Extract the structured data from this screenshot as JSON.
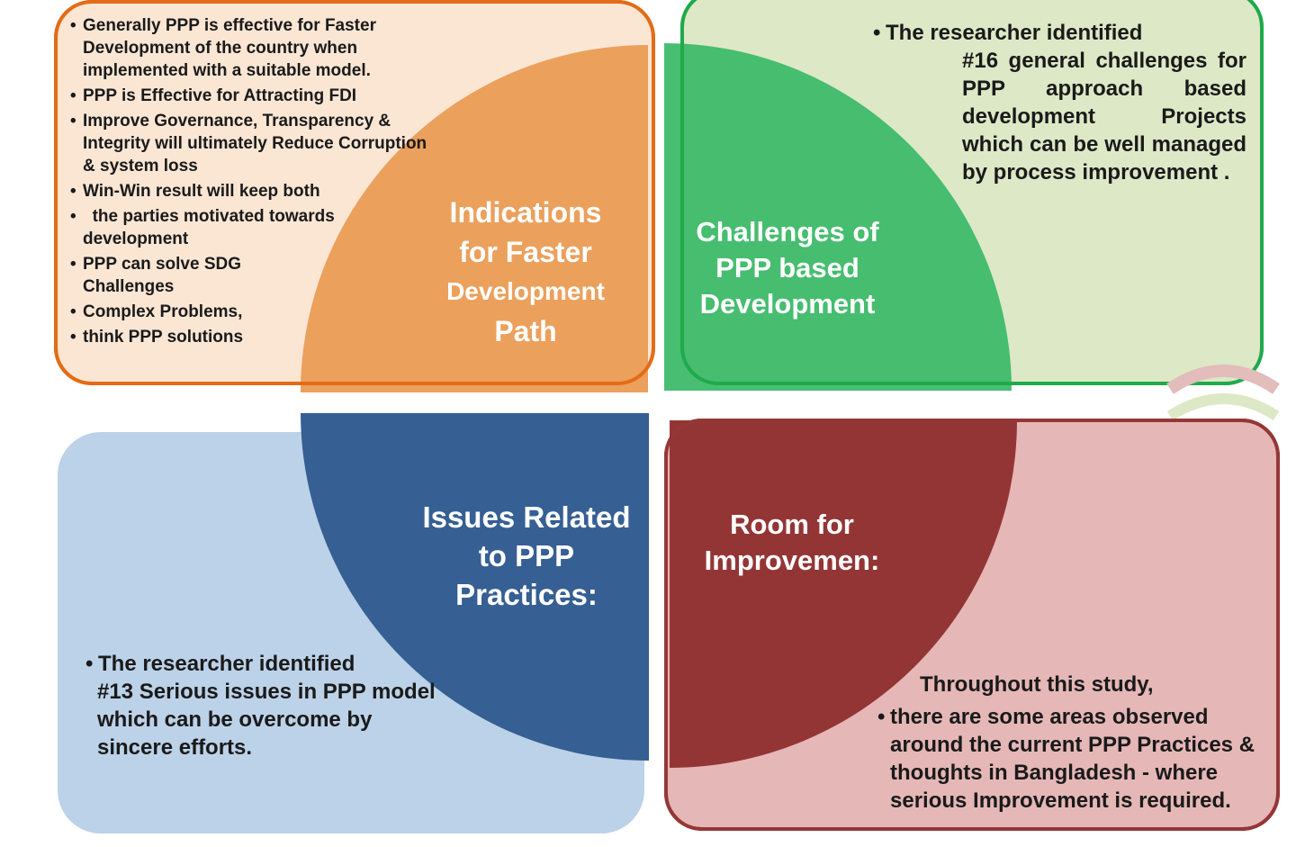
{
  "quadrants": {
    "top_left": {
      "title": [
        "Indications",
        "for Faster",
        "Development",
        "Path"
      ],
      "bullets": [
        "Generally PPP is effective for Faster Development of the country when implemented with a suitable model.",
        "PPP is Effective for Attracting FDI",
        "Improve Governance, Transparency & Integrity will ultimately Reduce Corruption  & system loss",
        "Win-Win result  will keep both",
        "  the parties motivated towards development",
        "PPP can solve SDG Challenges",
        "Complex Problems,",
        "think PPP solutions"
      ],
      "colors": {
        "fill": "#EBA05C",
        "panel": "#FBE6D4",
        "border": "#E36C16"
      }
    },
    "top_right": {
      "title": [
        "Challenges of",
        "PPP based",
        "Development"
      ],
      "lead": "The researcher identified",
      "body": "#16 general challenges for PPP approach based development Projects which can be well managed by process improvement .",
      "colors": {
        "fill": "#3DBB6A",
        "panel": "#DDE8C6",
        "border": "#1FAA4B"
      }
    },
    "bottom_left": {
      "title": [
        "Issues Related",
        "to PPP",
        "Practices:"
      ],
      "lead": "The researcher identified",
      "body": "#13 Serious issues in PPP model which can be overcome  by sincere efforts.",
      "colors": {
        "fill": "#365F93",
        "panel": "#BCD2E8"
      }
    },
    "bottom_right": {
      "title": [
        "Room for",
        "Improvemen:"
      ],
      "intro": "Throughout this study,",
      "lead": "there are some areas observed",
      "body": "around the current PPP Practices & thoughts in Bangladesh - where serious Improvement is required.",
      "colors": {
        "fill": "#943535",
        "panel": "#E6B7B7",
        "border": "#953737"
      }
    }
  }
}
